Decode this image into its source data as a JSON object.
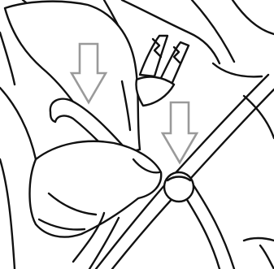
{
  "illustration": {
    "subject": "hands-attaching-clip-to-stroller-frame",
    "arrows": [
      {
        "icon": "down-arrow-icon",
        "direction": "down",
        "color": "#9a9a9a"
      },
      {
        "icon": "down-arrow-icon",
        "direction": "down",
        "color": "#9a9a9a"
      }
    ],
    "line_color": "#111111",
    "background_color": "#ffffff"
  }
}
